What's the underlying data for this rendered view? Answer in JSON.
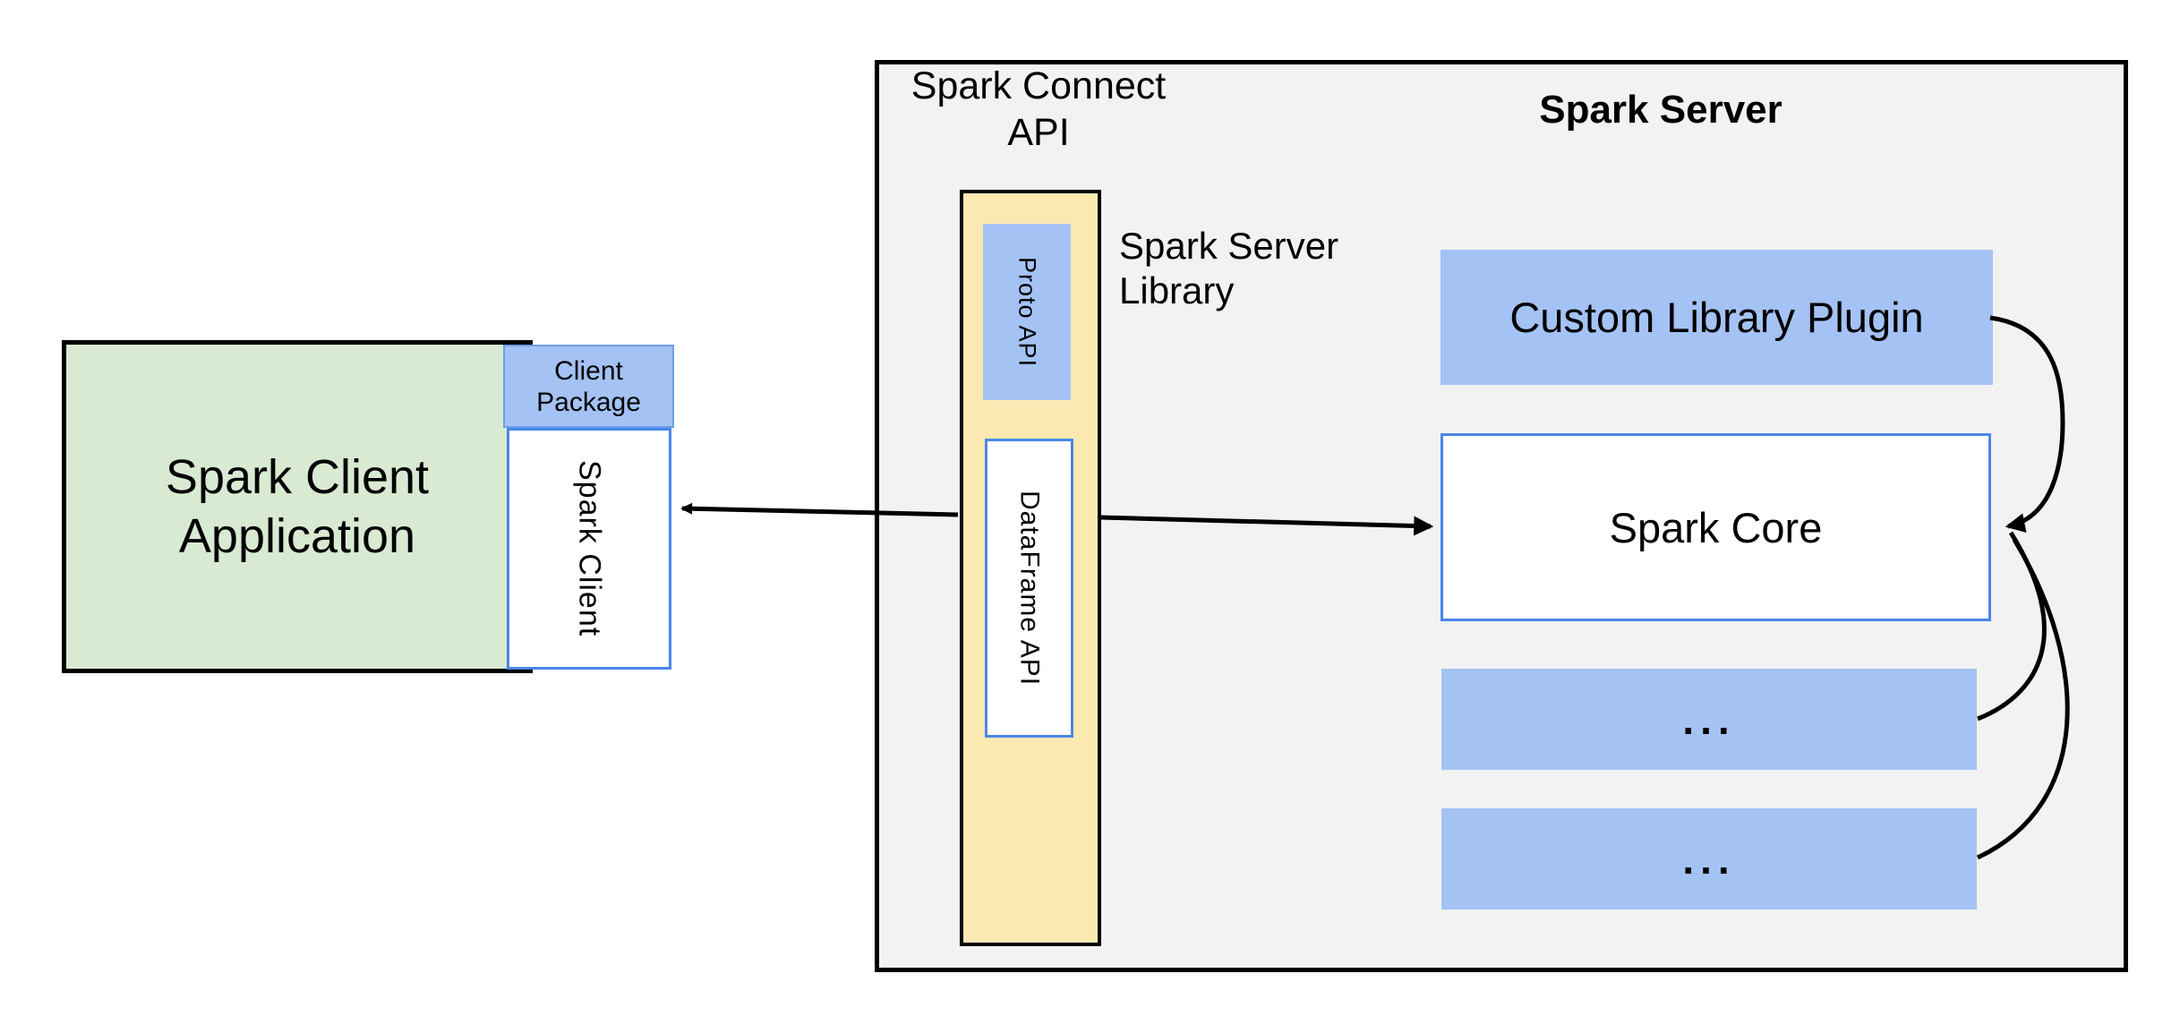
{
  "colors": {
    "green_fill": "#d9ead3",
    "blue_fill": "#a4c2f4",
    "yellow_fill": "#fce9b2",
    "gray_fill": "#f2f2f2",
    "blue_border": "#4a86e8",
    "blue_border_light": "#6d9eeb",
    "line_color": "#000000"
  },
  "client_side": {
    "app": {
      "line1": "Spark Client",
      "line2": "Application"
    },
    "package": {
      "line1": "Client",
      "line2": "Package"
    },
    "spark_client": "Spark Client"
  },
  "connect_api": {
    "title": {
      "line1": "Spark Connect",
      "line2": "API"
    },
    "proto_api": "Proto API",
    "dataframe_api": "DataFrame API",
    "server_library": {
      "line1": "Spark Server",
      "line2": "Library"
    }
  },
  "server": {
    "title": "Spark Server",
    "plugin": "Custom Library Plugin",
    "core": "Spark Core",
    "ellipsis_1": "...",
    "ellipsis_2": "..."
  }
}
